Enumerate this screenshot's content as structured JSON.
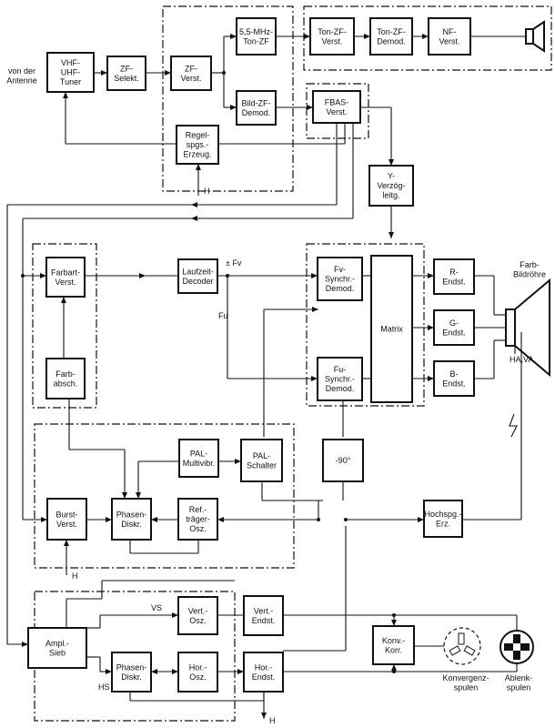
{
  "blocks": {
    "tuner": [
      "VHF-",
      "UHF-",
      "Tuner"
    ],
    "zf_selekt": [
      "ZF-",
      "Selekt."
    ],
    "zf_verst": [
      "ZF-",
      "Verst."
    ],
    "ton_zf_55": [
      "5,5-MHz-",
      "Ton-ZF"
    ],
    "ton_zf_verst": [
      "Ton-ZF-",
      "Verst."
    ],
    "ton_zf_demod": [
      "Ton-ZF-",
      "Demod."
    ],
    "nf_verst": [
      "NF-",
      "Verst."
    ],
    "bild_zf_demod": [
      "Bild-ZF-",
      "Demod."
    ],
    "fbas_verst": [
      "FBAS-",
      "Verst."
    ],
    "regelspgs": [
      "Regel-",
      "spgs.-",
      "Erzeug."
    ],
    "y_verz": [
      "Y-",
      "Verzög-",
      "leitg."
    ],
    "farbart_verst": [
      "Farbart-",
      "Verst."
    ],
    "laufzeit_decoder": [
      "Laufzeit-",
      "Decoder"
    ],
    "fv_demod": [
      "Fv-",
      "Synchr.-",
      "Demod."
    ],
    "fu_demod": [
      "Fu-",
      "Synchr.-",
      "Demod."
    ],
    "matrix": [
      "Matrix"
    ],
    "r_endst": [
      "R-",
      "Endst."
    ],
    "g_endst": [
      "G-",
      "Endst."
    ],
    "b_endst": [
      "B-",
      "Endst."
    ],
    "farb_absch": [
      "Farb-",
      "absch."
    ],
    "pal_multivibr": [
      "PAL-",
      "Multivibr."
    ],
    "pal_schalter": [
      "PAL-",
      "Schalter"
    ],
    "minus90": [
      "-90°"
    ],
    "burst_verst": [
      "Burst-",
      "Verst."
    ],
    "phasen_diskr_1": [
      "Phasen-",
      "Diskr."
    ],
    "ref_traeger": [
      "Ref.-",
      "träger-",
      "Osz."
    ],
    "hochspg": [
      "Hochspg.-",
      "Erz."
    ],
    "ampl_sieb": [
      "Ampl.-",
      "Sieb"
    ],
    "vert_osz": [
      "Vert.-",
      "Osz."
    ],
    "vert_endst": [
      "Vert.-",
      "Endst."
    ],
    "phasen_diskr_2": [
      "Phasen-",
      "Diskr."
    ],
    "hor_osz": [
      "Hor.-",
      "Osz."
    ],
    "hor_endst": [
      "Hor.-",
      "Endst."
    ],
    "konv_korr": [
      "Konv.-",
      "Korr."
    ]
  },
  "labels": {
    "antenna": [
      "von der",
      "Antenne"
    ],
    "farb_bildroehre": [
      "Farb-",
      "Bildröhre"
    ],
    "fv_signal": "± Fv",
    "fu_signal": "Fu",
    "h_1": "H",
    "h_2": "H",
    "h_3": "H",
    "ha_va": "HA,VA",
    "vs": "VS",
    "hs": "HS",
    "konvergenz": [
      "Konvergenz-",
      "spulen"
    ],
    "ablenk": [
      "Ablenk-",
      "spulen"
    ]
  }
}
